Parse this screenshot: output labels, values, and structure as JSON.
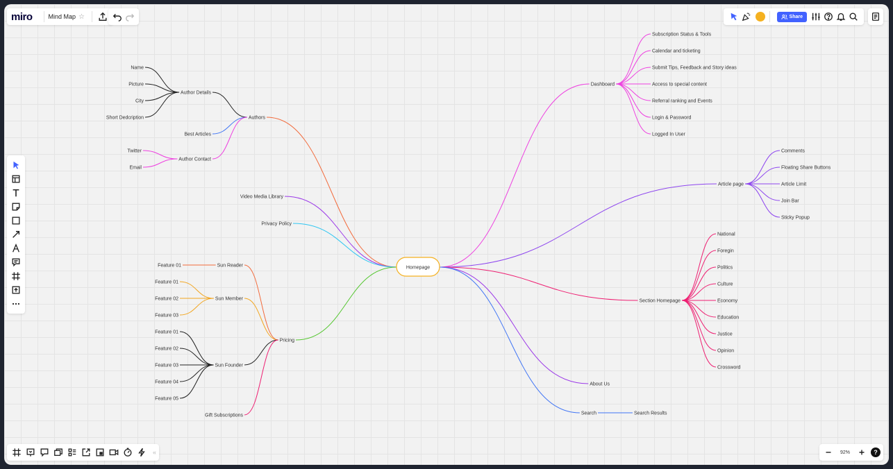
{
  "app": {
    "logo": "miro",
    "board_title": "Mind Map",
    "share_label": "Share",
    "zoom_level": "92%"
  },
  "colors": {
    "accent": "#4262ff",
    "root_border": "#f5b120",
    "orange": "#f26a3b",
    "magenta": "#ee3fe0",
    "purple": "#9b38e8",
    "cyan": "#2ec6f2",
    "green": "#53c62e",
    "blue": "#3f74f5",
    "pink": "#ee1f72",
    "violet": "#8d44ef",
    "amber": "#f2a51e",
    "black": "#222222"
  },
  "mindmap": {
    "root": "Homepage",
    "nodes": {
      "authors": "Authors",
      "author_details": "Author Details",
      "name": "Name",
      "picture": "Picture",
      "city": "City",
      "short_description": "Short Dedcription",
      "best_articles": "Best Articles",
      "author_contact": "Author Contact",
      "twitter": "Twitter",
      "email": "Email",
      "video_media_library": "Video Media Library",
      "privacy_policy": "Privacy Policy",
      "pricing": "Pricing",
      "sun_reader": "Sun Reader",
      "sr_feature_01": "Feature 01",
      "sun_member": "Sun Member",
      "sm_feature_01": "Feature 01",
      "sm_feature_02": "Feature 02",
      "sm_feature_03": "Feature 03",
      "sun_founder": "Sun Founder",
      "sf_feature_01": "Feature 01",
      "sf_feature_02": "Feature 02",
      "sf_feature_03": "Feature 03",
      "sf_feature_04": "Feature 04",
      "sf_feature_05": "Feature 05",
      "gift_subscriptions": "Gift Subscriptions",
      "dashboard": "Dashboard",
      "subscription_status": "Subscription Status & Tools",
      "calendar_ticketing": "Calendar and ticketing",
      "submit_tips": "Submit Tips, Feedback and Story ideas",
      "access_special": "Access to special content",
      "referral_ranking": "Referral ranking and Events",
      "login_password": "Login & Password",
      "logged_in_user": "Logged In User",
      "article_page": "Article page",
      "comments": "Comments",
      "floating_share": "Floating Share Buttons",
      "article_limit": "Article Limit",
      "join_bar": "Join Bar",
      "sticky_popup": "Sticky Popup",
      "section_homepage": "Section Homepage",
      "national": "National",
      "foregin": "Foregin",
      "politics": "Politics",
      "culture": "Culture",
      "economy": "Economy",
      "education": "Education",
      "justice": "Justice",
      "opinion": "Opinion",
      "crossword": "Crossword",
      "about_us": "About Us",
      "search": "Search",
      "search_results": "Search Results"
    }
  },
  "icons": {
    "top_left": [
      "share-upload-icon"
    ],
    "undo_redo": [
      "undo-icon",
      "redo-icon"
    ],
    "top_right": [
      "cursor-arrow-icon",
      "celebrate-icon",
      "avatar",
      "people-icon",
      "sliders-icon",
      "help-circle-icon",
      "bell-icon",
      "search-icon"
    ],
    "notes": "notes-icon",
    "left_toolbar": [
      "select-icon",
      "templates-icon",
      "text-icon",
      "sticky-note-icon",
      "shape-icon",
      "arrow-line-icon",
      "pen-icon",
      "comment-icon",
      "frame-icon",
      "upload-icon",
      "more-icon"
    ],
    "bottom": [
      "frames-icon",
      "presentation-icon",
      "chat-icon",
      "cards-icon",
      "kanban-icon",
      "export-icon",
      "embed-icon",
      "video-icon",
      "timer-icon",
      "lightning-icon"
    ],
    "collapse": "«",
    "zoom": [
      "zoom-out-icon",
      "zoom-in-icon"
    ],
    "help": "?"
  }
}
